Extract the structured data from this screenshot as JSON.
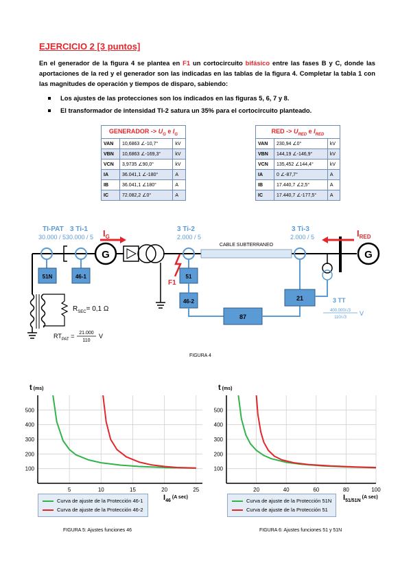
{
  "title": "EJERCICIO 2 [3 puntos]",
  "intro": {
    "p1": "En el generador de la figura 4 se plantea en ",
    "f1": "F1",
    "p2": " un cortocircuito ",
    "bifasico": "bifásico",
    "p3": " entre las fases B y C, donde las aportaciones de la red y el generador son las indicadas en las tablas de la figura 4. Completar la tabla 1 con las magnitudes de operación y tiempos de disparo, sabiendo:"
  },
  "bullets": [
    "Los ajustes de las protecciones son los indicados en las figuras 5, 6, 7 y 8.",
    "El transformador de intensidad TI-2 satura un 35% para el cortocircuito planteado."
  ],
  "gen_table": {
    "header_main": "GENERADOR -> ",
    "header_u": "U",
    "header_u_sub": "G",
    "header_mid": " e ",
    "header_i": "I",
    "header_i_sub": "G",
    "rows": [
      {
        "label": "VAN",
        "value": "10,6863 ∠-10,7°",
        "unit": "kV"
      },
      {
        "label": "VBN",
        "value": "10,6863 ∠-169,3°",
        "unit": "kV"
      },
      {
        "label": "VCN",
        "value": "3,9735 ∠90,0°",
        "unit": "kV"
      },
      {
        "label": "IA",
        "value": "36.041,1 ∠-180°",
        "unit": "A"
      },
      {
        "label": "IB",
        "value": "36.041,1 ∠180°",
        "unit": "A"
      },
      {
        "label": "IC",
        "value": "72.082,2 ∠0°",
        "unit": "A"
      }
    ]
  },
  "red_table": {
    "header_main": "RED -> ",
    "header_u": "U",
    "header_u_sub": "RED",
    "header_mid": " e ",
    "header_i": "I",
    "header_i_sub": "RED",
    "rows": [
      {
        "label": "VAN",
        "value": "230,94 ∠0°",
        "unit": "kV"
      },
      {
        "label": "VBN",
        "value": "144,19 ∠-146,9°",
        "unit": "kV"
      },
      {
        "label": "VCN",
        "value": "135,452 ∠144,4°",
        "unit": "kV"
      },
      {
        "label": "IA",
        "value": "0 ∠-87,7°",
        "unit": "A"
      },
      {
        "label": "IB",
        "value": "17.440,7 ∠2,5°",
        "unit": "A"
      },
      {
        "label": "IC",
        "value": "17.440,7 ∠-177,5°",
        "unit": "A"
      }
    ]
  },
  "diagram": {
    "ti_pat": "TI-PAT",
    "ti_pat_ratio": "30.000 / 5",
    "ti1": "3 Ti-1",
    "ti1_ratio": "30.000 / 5",
    "ig": "I",
    "ig_sub": "G",
    "gen_left": "G",
    "ti2": "3 Ti-2",
    "ti2_ratio": "2.000 / 5",
    "cable": "CABLE SUBTERRANEO",
    "ti3": "3 Ti-3",
    "ti3_ratio": "2.000 / 5",
    "ired": "I",
    "ired_sub": "RED",
    "gen_right": "G",
    "relay_51n": "51N",
    "relay_46_1": "46-1",
    "relay_51": "51",
    "relay_46_2": "46-2",
    "relay_87": "87",
    "relay_21": "21",
    "f1": "F1",
    "rsec": "R",
    "rsec_sub": "SEC",
    "rsec_val": "= 0,1 Ω",
    "rtpat": "RT",
    "rtpat_sub": "PAT",
    "rtpat_num": "21.000",
    "rtpat_den": "110",
    "rtpat_unit": "V",
    "tt": "3 TT",
    "tt_num": "400.000/√3",
    "tt_den": "110/√3",
    "tt_unit": "V"
  },
  "figure4_caption": "FIGURA 4",
  "chart_data": [
    {
      "type": "line",
      "ylabel": "t",
      "yunit": "(ms)",
      "xlabel": "I",
      "xlabel_sub": "46",
      "xunit": "(A sec)",
      "xlim": [
        0,
        26
      ],
      "ylim": [
        0,
        600
      ],
      "xticks": [
        5,
        10,
        15,
        20,
        25
      ],
      "yticks": [
        100,
        200,
        300,
        400,
        500
      ],
      "grid": true,
      "legend_position": "bottom-left",
      "series": [
        {
          "name": "Curva de ajuste de la Protección 46-1",
          "color": "#2fb34a",
          "x": [
            2.4,
            3,
            4,
            5,
            6,
            8,
            10,
            13,
            16,
            20,
            25
          ],
          "y": [
            600,
            420,
            290,
            230,
            195,
            160,
            140,
            124,
            115,
            108,
            103
          ]
        },
        {
          "name": "Curva de ajuste de la Protección 46-2",
          "color": "#e3262b",
          "x": [
            10.3,
            10.8,
            11.5,
            12.5,
            14,
            16,
            18,
            20,
            22,
            25
          ],
          "y": [
            600,
            420,
            300,
            230,
            180,
            145,
            125,
            115,
            108,
            104
          ]
        }
      ],
      "caption": "FIGURA 5: Ajustes funciones 46"
    },
    {
      "type": "line",
      "ylabel": "t",
      "yunit": "(ms)",
      "xlabel": "I",
      "xlabel_sub": "51/51N",
      "xunit": "(A sec)",
      "xlim": [
        0,
        100
      ],
      "ylim": [
        0,
        600
      ],
      "xticks": [
        20,
        40,
        60,
        80,
        100
      ],
      "yticks": [
        100,
        200,
        300,
        400,
        500
      ],
      "grid": true,
      "legend_position": "bottom-left",
      "series": [
        {
          "name": "Curva de ajuste de la Protección 51N",
          "color": "#2fb34a",
          "x": [
            8,
            10,
            13,
            16,
            20,
            25,
            30,
            40,
            50,
            65,
            80,
            100
          ],
          "y": [
            600,
            440,
            330,
            270,
            225,
            190,
            168,
            143,
            130,
            118,
            112,
            106
          ]
        },
        {
          "name": "Curva de ajuste de la Protección 51",
          "color": "#e3262b",
          "x": [
            20,
            21,
            23,
            25,
            28,
            32,
            37,
            45,
            55,
            70,
            85,
            100
          ],
          "y": [
            600,
            470,
            350,
            280,
            225,
            185,
            160,
            140,
            128,
            118,
            112,
            108
          ]
        }
      ],
      "caption": "FIGURA 6: Ajustes funciones 51 y 51N"
    }
  ]
}
